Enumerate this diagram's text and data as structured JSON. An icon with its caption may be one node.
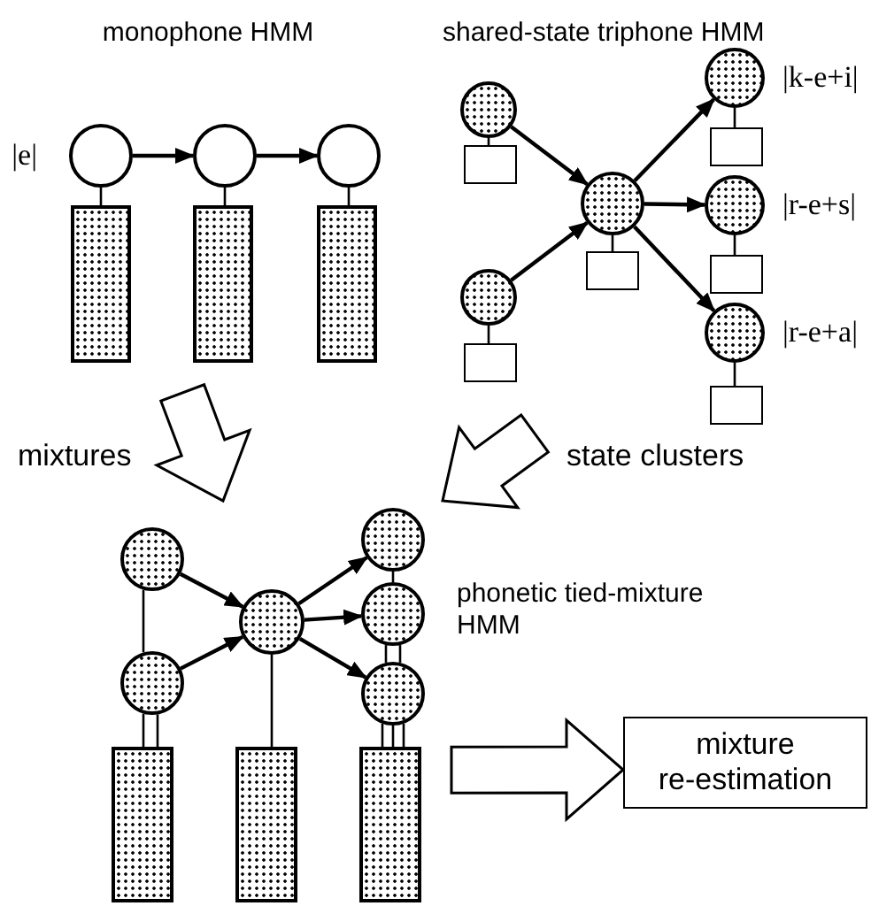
{
  "diagram": {
    "nodes": [
      {
        "text": [
          "monophone HMM"
        ]
      },
      {
        "text": [],
        "shape": "circle",
        "in": 0,
        "beside": [
          "|e|"
        ]
      },
      {
        "text": [],
        "shape": "circle",
        "in": 0
      },
      {
        "text": [],
        "shape": "circle",
        "in": 0
      },
      {
        "text": [],
        "shape": "bar",
        "in": 0
      },
      {
        "text": [],
        "shape": "bar",
        "in": 0
      },
      {
        "text": [],
        "shape": "bar",
        "in": 0
      },
      {
        "text": [
          "shared-state triphone HMM"
        ]
      },
      {
        "text": [],
        "shape": "circle",
        "in": 7
      },
      {
        "text": [],
        "shape": "box",
        "in": 7
      },
      {
        "text": [],
        "shape": "circle",
        "in": 7
      },
      {
        "text": [],
        "shape": "box",
        "in": 7
      },
      {
        "text": [],
        "shape": "circle",
        "in": 7
      },
      {
        "text": [],
        "shape": "box",
        "in": 7
      },
      {
        "text": [],
        "shape": "circle",
        "in": 7,
        "beside": [
          "|k-e+i|"
        ]
      },
      {
        "text": [],
        "shape": "box",
        "in": 7
      },
      {
        "text": [],
        "shape": "circle",
        "in": 7,
        "beside": [
          "|r-e+s|"
        ]
      },
      {
        "text": [],
        "shape": "box",
        "in": 7
      },
      {
        "text": [],
        "shape": "circle",
        "in": 7,
        "beside": [
          "|r-e+a|"
        ]
      },
      {
        "text": [],
        "shape": "box",
        "in": 7
      },
      {
        "text": [
          "phonetic tied-mixture HMM"
        ]
      },
      {
        "text": [],
        "shape": "circle",
        "in": 20
      },
      {
        "text": [],
        "shape": "circle",
        "in": 20
      },
      {
        "text": [],
        "shape": "circle",
        "in": 20
      },
      {
        "text": [],
        "shape": "circle",
        "in": 20
      },
      {
        "text": [],
        "shape": "circle",
        "in": 20
      },
      {
        "text": [],
        "shape": "circle",
        "in": 20
      },
      {
        "text": [],
        "shape": "bar",
        "in": 20
      },
      {
        "text": [],
        "shape": "bar",
        "in": 20
      },
      {
        "text": [],
        "shape": "bar",
        "in": 20
      },
      {
        "text": [
          "mixture re-estimation"
        ]
      }
    ],
    "edges": [
      {
        "from": 1,
        "to": 2,
        "arrow": "to"
      },
      {
        "from": 2,
        "to": 3,
        "arrow": "to"
      },
      {
        "from": 1,
        "to": 4,
        "arrow": "none"
      },
      {
        "from": 2,
        "to": 5,
        "arrow": "none"
      },
      {
        "from": 3,
        "to": 6,
        "arrow": "none"
      },
      {
        "from": 8,
        "to": 12,
        "arrow": "to"
      },
      {
        "from": 10,
        "to": 12,
        "arrow": "to"
      },
      {
        "from": 12,
        "to": 14,
        "arrow": "to"
      },
      {
        "from": 12,
        "to": 16,
        "arrow": "to"
      },
      {
        "from": 12,
        "to": 18,
        "arrow": "to"
      },
      {
        "from": 8,
        "to": 9,
        "arrow": "none"
      },
      {
        "from": 10,
        "to": 11,
        "arrow": "none"
      },
      {
        "from": 12,
        "to": 13,
        "arrow": "none"
      },
      {
        "from": 14,
        "to": 15,
        "arrow": "none"
      },
      {
        "from": 16,
        "to": 17,
        "arrow": "none"
      },
      {
        "from": 18,
        "to": 19,
        "arrow": "none"
      },
      {
        "from": 21,
        "to": 23,
        "arrow": "to"
      },
      {
        "from": 22,
        "to": 23,
        "arrow": "to"
      },
      {
        "from": 23,
        "to": 24,
        "arrow": "to"
      },
      {
        "from": 23,
        "to": 25,
        "arrow": "to"
      },
      {
        "from": 23,
        "to": 26,
        "arrow": "to"
      },
      {
        "from": 21,
        "to": 22,
        "arrow": "none"
      },
      {
        "from": 22,
        "to": 27,
        "arrow": "none"
      },
      {
        "from": 22,
        "to": 27,
        "arrow": "none"
      },
      {
        "from": 23,
        "to": 28,
        "arrow": "none"
      },
      {
        "from": 24,
        "to": 25,
        "arrow": "none"
      },
      {
        "from": 25,
        "to": 26,
        "arrow": "none"
      },
      {
        "from": 25,
        "to": 26,
        "arrow": "none"
      },
      {
        "from": 26,
        "to": 29,
        "arrow": "none"
      },
      {
        "from": 26,
        "to": 29,
        "arrow": "none"
      },
      {
        "from": 26,
        "to": 29,
        "arrow": "none"
      },
      {
        "from": 0,
        "to": 20,
        "arrow": "to",
        "style": "thick",
        "label": "mixtures"
      },
      {
        "from": 7,
        "to": 20,
        "arrow": "to",
        "style": "thick",
        "label": "state clusters"
      },
      {
        "from": 20,
        "to": 30,
        "arrow": "to",
        "style": "thick"
      }
    ]
  }
}
